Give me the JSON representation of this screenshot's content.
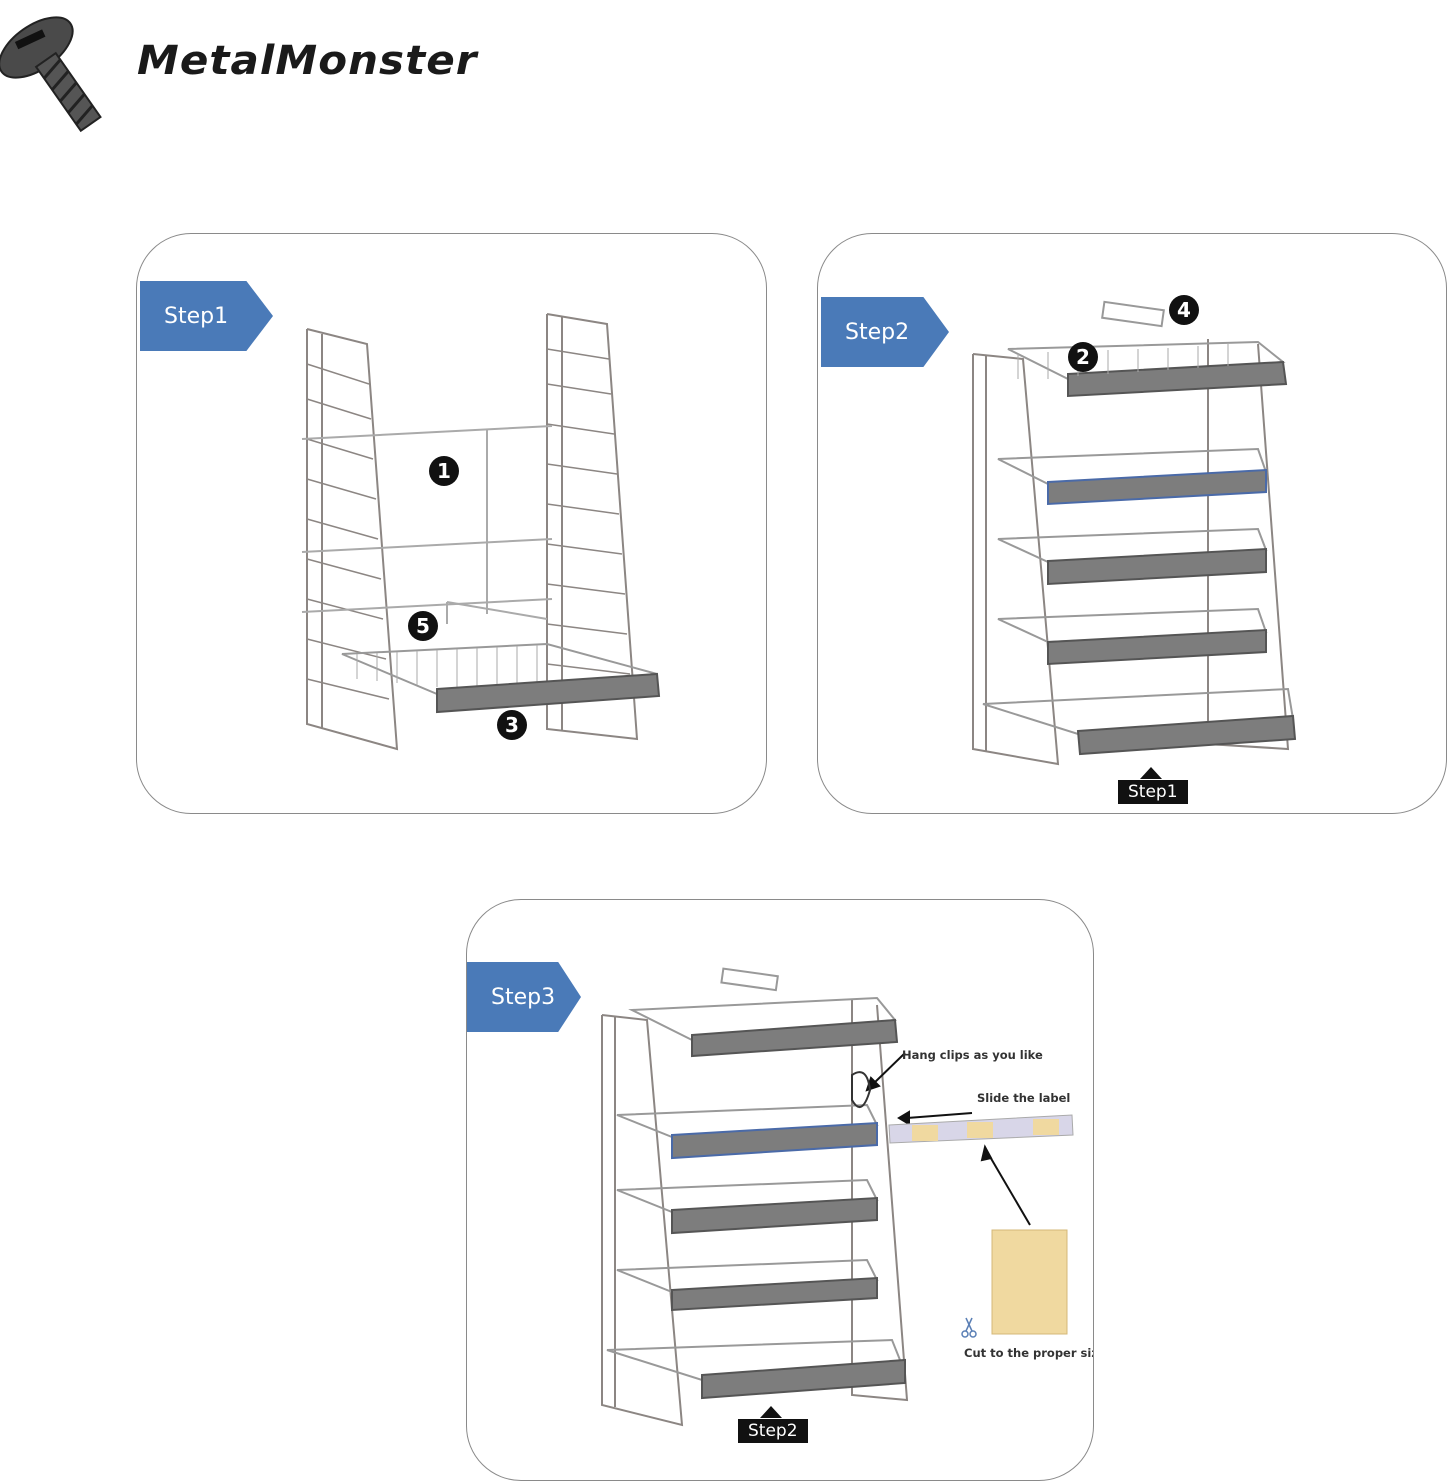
{
  "brand": {
    "name": "MetalMonster",
    "logo_icon": "screw-icon"
  },
  "steps": [
    {
      "label": "Step1",
      "markers": [
        "1",
        "5",
        "3"
      ]
    },
    {
      "label": "Step2",
      "markers": [
        "4",
        "2"
      ],
      "reference": "Step1"
    },
    {
      "label": "Step3",
      "reference": "Step2",
      "notes": {
        "hang_clips": "Hang clips as you like",
        "slide_label": "Slide the label",
        "cut": "Cut to the proper size"
      }
    }
  ],
  "colors": {
    "step_tag": "#4a7ab8",
    "wire": "#8c8683",
    "label_bar": "#7d7d7d",
    "paper": "#f0d9a0"
  }
}
